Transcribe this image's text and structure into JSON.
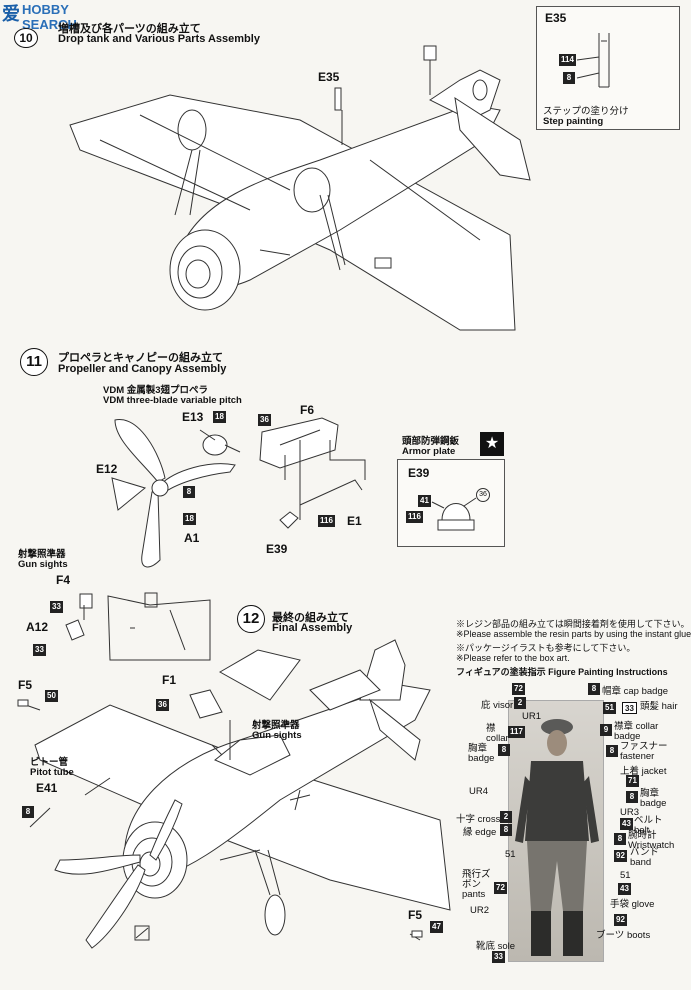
{
  "logo": {
    "mark": "爱",
    "text": "HOBBY SEARCH"
  },
  "s10": {
    "jp": "増槽及び各パーツの組み立て",
    "en": "Drop tank and Various Parts Assembly",
    "part": "E35"
  },
  "inset": {
    "part": "E35",
    "c1": "114",
    "c2": "8",
    "jp": "ステップの塗り分け",
    "en": "Step painting"
  },
  "s11": {
    "num": "11",
    "jp": "プロペラとキャノピーの組み立て",
    "en": "Propeller and Canopy Assembly"
  },
  "prop": {
    "jp": "VDM 金属製3翅プロペラ",
    "en": "VDM three-blade variable pitch",
    "e13": "E13",
    "c18a": "18",
    "e12": "E12",
    "c8": "8",
    "c18b": "18",
    "a1": "A1"
  },
  "canopy": {
    "c36": "36",
    "f6": "F6",
    "c116": "116",
    "e1": "E1",
    "e39": "E39"
  },
  "armor": {
    "jp": "頭部防弾鋼鈑",
    "en": "Armor plate",
    "part": "E39",
    "c41": "41",
    "c116": "116",
    "c36": "36"
  },
  "gun": {
    "jp": "射撃照準器",
    "en": "Gun sights",
    "f4": "F4",
    "c33a": "33",
    "a12": "A12",
    "c33b": "33"
  },
  "s12": {
    "num": "12",
    "jp": "最終の組み立て",
    "en": "Final Assembly"
  },
  "final": {
    "f5a": "F5",
    "c50": "50",
    "f1": "F1",
    "c36": "36",
    "gs_jp": "射撃照準器",
    "gs_en": "Gun sights",
    "pitot_jp": "ピトー管",
    "pitot_en": "Pitot tube",
    "e41": "E41",
    "c8": "8",
    "f5b": "F5",
    "c47": "47"
  },
  "notes": [
    "※レジン部品の組み立ては瞬間接着剤を使用して下さい。",
    "※Please assemble the resin parts by using the instant glue.",
    "※パッケージイラストも参考にして下さい。",
    "※Please refer to the box art."
  ],
  "figure": {
    "title": "フィギュアの塗装指示 Figure Painting Instructions",
    "left": [
      {
        "c": "72",
        "t": "庇 visor",
        "c2": "2"
      },
      {
        "t": "UR1"
      },
      {
        "t": "襟 collar",
        "c": "117"
      },
      {
        "t": "胸章 badge",
        "c": "8"
      },
      {
        "t": "UR4"
      },
      {
        "t": "十字 cross",
        "c": "2"
      },
      {
        "t": "縁 edge",
        "c": "8"
      },
      {
        "t": "51"
      },
      {
        "t": "飛行ズボン pants",
        "c": "72"
      },
      {
        "t": "UR2"
      },
      {
        "t": "靴底 sole"
      },
      {
        "c": "33"
      }
    ],
    "right": [
      {
        "c": "8",
        "t": "帽章 cap badge"
      },
      {
        "c": "51",
        "c2": "33",
        "t": "頭髪 hair"
      },
      {
        "c": "9",
        "t": "襟章 collar badge"
      },
      {
        "c": "8",
        "t": "ファスナー fastener"
      },
      {
        "t": "上着 jacket",
        "c": "71"
      },
      {
        "c": "8",
        "t": "胸章 badge"
      },
      {
        "t": "UR3"
      },
      {
        "c": "43",
        "t": "ベルト belt"
      },
      {
        "c": "8",
        "t": "腕時計 Wristwatch"
      },
      {
        "c": "92",
        "t": "バンド band"
      },
      {
        "c": "51"
      },
      {
        "c": "43"
      },
      {
        "t": "手袋 glove"
      },
      {
        "c": "92",
        "t": "ブーツ boots"
      }
    ]
  }
}
